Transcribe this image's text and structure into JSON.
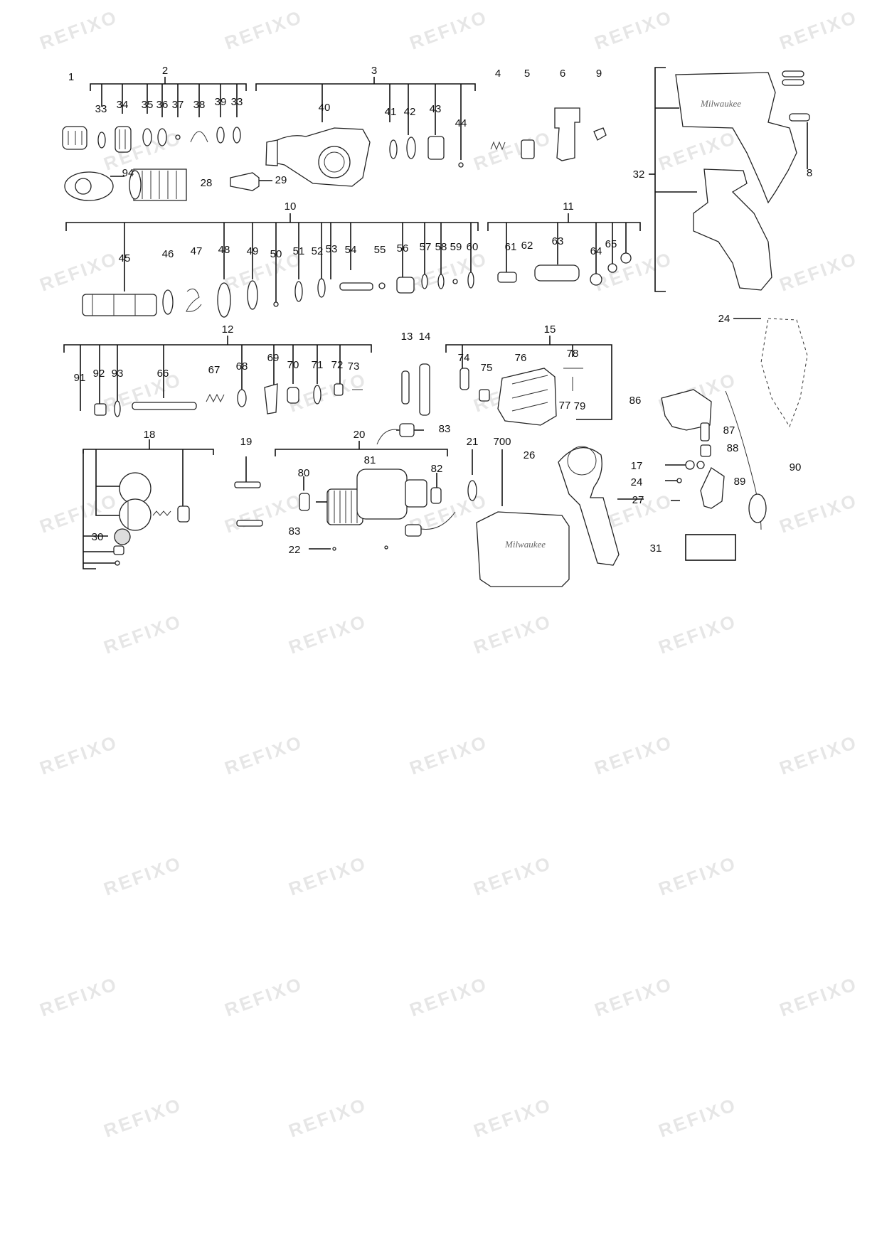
{
  "watermark": {
    "text": "REFIXO",
    "color": "#e6e6e6"
  },
  "brand_logo": "Milwaukee",
  "part_numbers": {
    "p1": "1",
    "p2": "2",
    "p3": "3",
    "p4": "4",
    "p5": "5",
    "p6": "6",
    "p8": "8",
    "p9": "9",
    "p10": "10",
    "p11": "11",
    "p12": "12",
    "p13": "13",
    "p14": "14",
    "p15": "15",
    "p17": "17",
    "p18": "18",
    "p19": "19",
    "p20": "20",
    "p21": "21",
    "p22": "22",
    "p24": "24",
    "p26": "26",
    "p27": "27",
    "p28": "28",
    "p29": "29",
    "p30": "30",
    "p31": "31",
    "p32": "32",
    "p33": "33",
    "p34": "34",
    "p35": "35",
    "p36": "36",
    "p37": "37",
    "p38": "38",
    "p39": "39",
    "p40": "40",
    "p41": "41",
    "p42": "42",
    "p43": "43",
    "p44": "44",
    "p45": "45",
    "p46": "46",
    "p47": "47",
    "p48": "48",
    "p49": "49",
    "p50": "50",
    "p51": "51",
    "p52": "52",
    "p53": "53",
    "p54": "54",
    "p55": "55",
    "p56": "56",
    "p57": "57",
    "p58": "58",
    "p59": "59",
    "p60": "60",
    "p61": "61",
    "p62": "62",
    "p63": "63",
    "p64": "64",
    "p65": "65",
    "p66": "66",
    "p67": "67",
    "p68": "68",
    "p69": "69",
    "p70": "70",
    "p71": "71",
    "p72": "72",
    "p73": "73",
    "p74": "74",
    "p75": "75",
    "p76": "76",
    "p77": "77",
    "p78": "78",
    "p79": "79",
    "p80": "80",
    "p81": "81",
    "p82": "82",
    "p83": "83",
    "p86": "86",
    "p87": "87",
    "p88": "88",
    "p89": "89",
    "p90": "90",
    "p91": "91",
    "p92": "92",
    "p93": "93",
    "p94": "94",
    "p700": "700"
  }
}
